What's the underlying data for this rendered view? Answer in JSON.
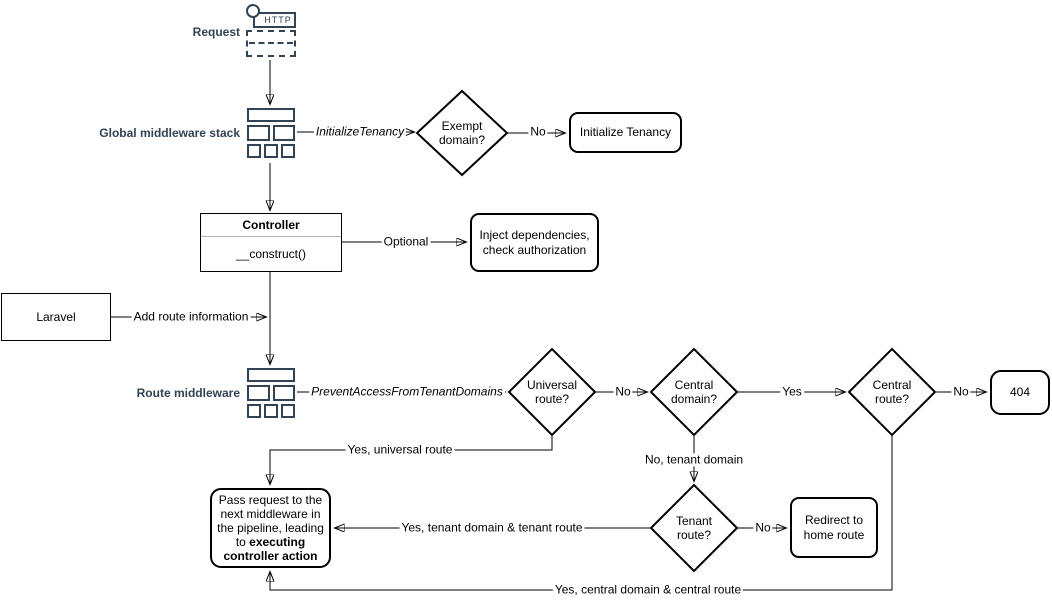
{
  "diagram": {
    "colors": {
      "accent": "#314354",
      "line": "#000000",
      "shape_stroke": "#000000",
      "background": "#ffffff"
    },
    "icons": {
      "request": "http-request-icon",
      "global_middleware": "middleware-stack-icon",
      "route_middleware": "middleware-stack-icon"
    },
    "side_labels": {
      "request": "Request",
      "global_middleware": "Global middleware stack",
      "route_middleware": "Route middleware"
    },
    "request_icon": {
      "http": "HTTP"
    },
    "controller": {
      "title": "Controller",
      "method": "__construct()"
    },
    "boxes": {
      "laravel": "Laravel",
      "initialize_tenancy": "Initialize Tenancy",
      "inject": "Inject dependencies,\ncheck authorization",
      "not_found": "404",
      "redirect": "Redirect to\nhome route",
      "pass_normal": "Pass request to the next middleware in the pipeline, leading to ",
      "pass_bold": "executing controller action"
    },
    "diamonds": {
      "exempt": "Exempt\ndomain?",
      "universal": "Universal\nroute?",
      "central_domain": "Central\ndomain?",
      "central_route": "Central\nroute?",
      "tenant_route": "Tenant\nroute?"
    },
    "edge_labels": {
      "initialize_tenancy_mw": "InitializeTenancy",
      "prevent_access_mw": "PreventAccessFromTenantDomains",
      "no_exempt": "No",
      "optional": "Optional",
      "add_route_info": "Add route information",
      "no_universal": "No",
      "yes_central_domain": "Yes",
      "no_central_route": "No",
      "yes_universal": "Yes, universal route",
      "no_tenant_domain": "No, tenant domain",
      "no_tenant_route": "No",
      "yes_tenant": "Yes, tenant domain & tenant route",
      "yes_central": "Yes, central domain & central route"
    }
  }
}
